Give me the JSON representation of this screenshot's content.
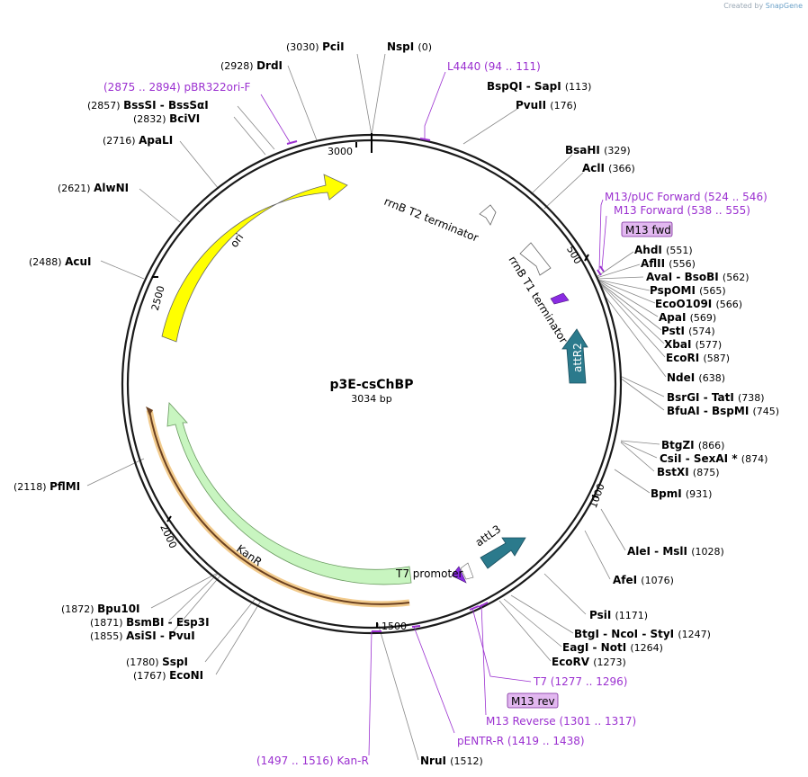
{
  "watermark": {
    "prefix": "Created by",
    "brand": "SnapGene"
  },
  "plasmid": {
    "name": "p3E-csChBP",
    "size": "3034 bp"
  },
  "ticks": [
    "3000",
    "500",
    "1000",
    "1500",
    "2000",
    "2500"
  ],
  "features": {
    "rrnb_t2": "rrnB T2 terminator",
    "rrnb_t1": "rrnB T1 terminator",
    "attr2": "attR2",
    "attl3": "attL3",
    "t7_promoter": "T7 promoter",
    "kanr": "KanR",
    "ori": "ori"
  },
  "primer_box": {
    "m13fwd": "M13 fwd",
    "m13rev": "M13 rev"
  },
  "sites": [
    {
      "pos": "(3030)",
      "name": "PciI"
    },
    {
      "pos": "(0)",
      "name": "NspI"
    },
    {
      "pos": "(113)",
      "name": "BspQI  -  SapI"
    },
    {
      "pos": "(176)",
      "name": "PvuII"
    },
    {
      "pos": "(329)",
      "name": "BsaHI"
    },
    {
      "pos": "(366)",
      "name": "AclI"
    },
    {
      "pos": "(551)",
      "name": "AhdI"
    },
    {
      "pos": "(556)",
      "name": "AflII"
    },
    {
      "pos": "(562)",
      "name": "AvaI  -  BsoBI"
    },
    {
      "pos": "(565)",
      "name": "PspOMI"
    },
    {
      "pos": "(566)",
      "name": "EcoO109I"
    },
    {
      "pos": "(569)",
      "name": "ApaI"
    },
    {
      "pos": "(574)",
      "name": "PstI"
    },
    {
      "pos": "(577)",
      "name": "XbaI"
    },
    {
      "pos": "(587)",
      "name": "EcoRI"
    },
    {
      "pos": "(638)",
      "name": "NdeI"
    },
    {
      "pos": "(738)",
      "name": "BsrGI  -  TatI"
    },
    {
      "pos": "(745)",
      "name": "BfuAI  -  BspMI"
    },
    {
      "pos": "(866)",
      "name": "BtgZI"
    },
    {
      "pos": "(874)",
      "name": "CsiI  -  SexAI *"
    },
    {
      "pos": "(875)",
      "name": "BstXI"
    },
    {
      "pos": "(931)",
      "name": "BpmI"
    },
    {
      "pos": "(1028)",
      "name": "AleI  -  MslI"
    },
    {
      "pos": "(1076)",
      "name": "AfeI"
    },
    {
      "pos": "(1171)",
      "name": "PsiI"
    },
    {
      "pos": "(1247)",
      "name": "BtgI  -  NcoI  -  StyI"
    },
    {
      "pos": "(1264)",
      "name": "EagI  -  NotI"
    },
    {
      "pos": "(1273)",
      "name": "EcoRV"
    },
    {
      "pos": "(1512)",
      "name": "NruI"
    },
    {
      "pos": "(1767)",
      "name": "EcoNI"
    },
    {
      "pos": "(1780)",
      "name": "SspI"
    },
    {
      "pos": "(1855)",
      "name": "AsiSI  -  PvuI"
    },
    {
      "pos": "(1871)",
      "name": "BsmBI  -  Esp3I"
    },
    {
      "pos": "(1872)",
      "name": "Bpu10I"
    },
    {
      "pos": "(2118)",
      "name": "PflMI"
    },
    {
      "pos": "(2488)",
      "name": "AcuI"
    },
    {
      "pos": "(2621)",
      "name": "AlwNI"
    },
    {
      "pos": "(2716)",
      "name": "ApaLI"
    },
    {
      "pos": "(2832)",
      "name": "BciVI"
    },
    {
      "pos": "(2857)",
      "name": "BssSI  -  BssSαI"
    },
    {
      "pos": "(2928)",
      "name": "DrdI"
    }
  ],
  "primers": [
    {
      "name": "L4440",
      "range": "(94 .. 111)"
    },
    {
      "name": "M13/pUC Forward",
      "range": "(524 .. 546)"
    },
    {
      "name": "M13 Forward",
      "range": "(538 .. 555)"
    },
    {
      "name": "T7",
      "range": "(1277 .. 1296)"
    },
    {
      "name": "M13 Reverse",
      "range": "(1301 .. 1317)"
    },
    {
      "name": "pENTR-R",
      "range": "(1419 .. 1438)"
    },
    {
      "name": "Kan-R",
      "range": "(1497 .. 1516)"
    },
    {
      "name": "pBR322ori-F",
      "range": "(2875 .. 2894)"
    }
  ],
  "colors": {
    "ring": "#1a1a1a",
    "ori": "#ffff00",
    "kanr": "#c8f5c0",
    "kanr_edge": "#6a9a60",
    "att": "#2b7a8c",
    "primer": "#9b30d0",
    "primer_box": "#e2b8f0",
    "orf_outline": "#e8a030",
    "leader": "#888888"
  }
}
